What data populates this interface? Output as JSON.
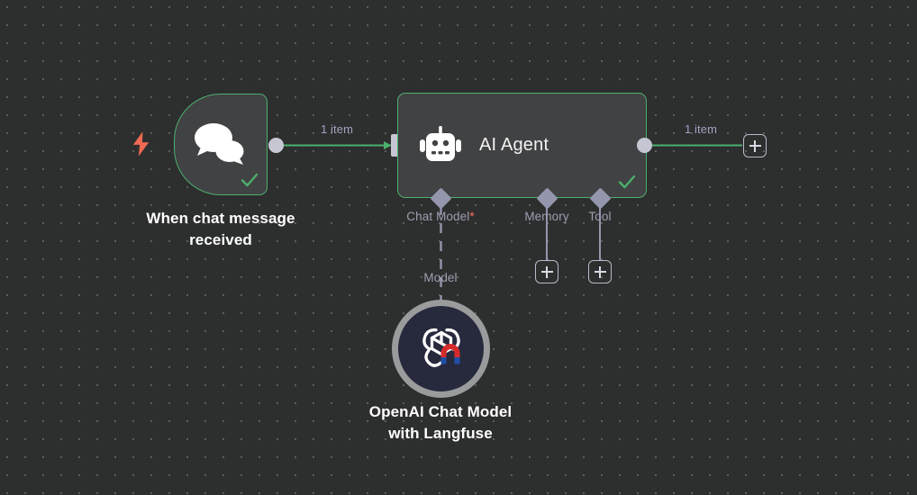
{
  "canvas": {
    "background_color": "#2d2e2e",
    "grid_dot_color": "#5c5e5e",
    "accent_success": "#4caf6d",
    "accent_trigger": "#ee6a52",
    "port_color": "#c5c6d2",
    "label_color": "#9fa3c0"
  },
  "nodes": {
    "trigger": {
      "name": "when-chat-message-received",
      "caption": "When chat message\nreceived",
      "icon": "chat-bubbles-icon",
      "status": "success",
      "status_icon": "check-icon",
      "trigger_icon": "lightning-bolt-icon"
    },
    "agent": {
      "name": "ai-agent",
      "title": "AI Agent",
      "icon": "robot-icon",
      "status": "success",
      "status_icon": "check-icon",
      "sub_ports": [
        {
          "label": "Chat Model",
          "required": true,
          "required_marker": "*"
        },
        {
          "label": "Memory",
          "required": false,
          "required_marker": ""
        },
        {
          "label": "Tool",
          "required": false,
          "required_marker": ""
        }
      ]
    },
    "openai": {
      "name": "openai-chat-model-with-langfuse",
      "caption": "OpenAI Chat Model\nwith Langfuse",
      "icon": "openai-langfuse-icon"
    }
  },
  "connections": {
    "trigger_to_agent": {
      "label": "1 item"
    },
    "agent_to_output": {
      "label": "1 item"
    },
    "agent_to_model": {
      "label": "Model"
    }
  },
  "buttons": {
    "add_output": "add-node-plus",
    "add_memory": "add-memory-plus",
    "add_tool": "add-tool-plus",
    "plus_glyph": "+"
  }
}
